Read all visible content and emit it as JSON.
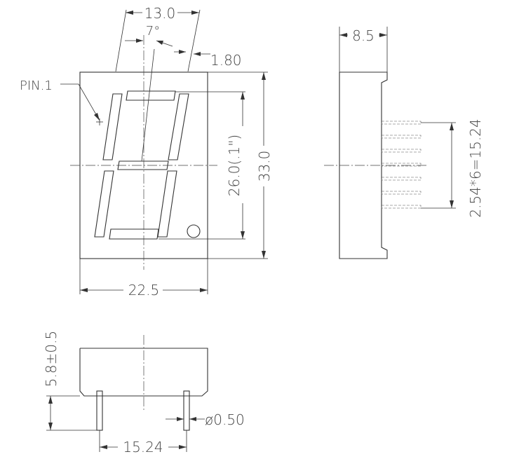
{
  "front_view": {
    "top_width": "13.0",
    "slant_angle": "7°",
    "segment_width": "1.80",
    "pin1_label": "PIN.1",
    "digit_height": "26.0(.1\")",
    "height": "33.0",
    "width": "22.5"
  },
  "side_view": {
    "thickness": "8.5",
    "pin_pitch": "2.54*6=15.24"
  },
  "bottom_view": {
    "height": "5.8±0.5",
    "pin_diameter": "ø0.50",
    "pin_span": "15.24"
  }
}
